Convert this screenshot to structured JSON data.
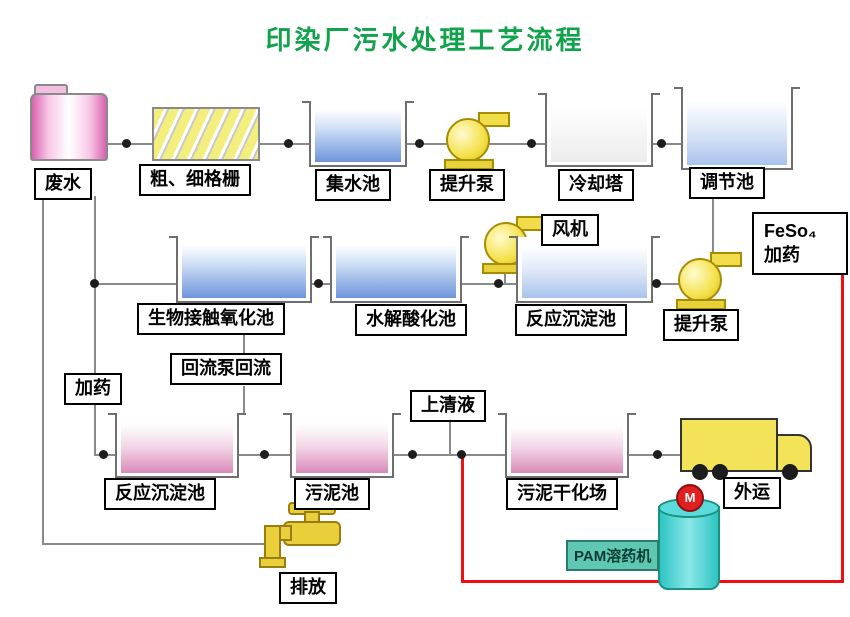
{
  "title": "印染厂污水处理工艺流程",
  "colors": {
    "title_green": "#11a24c",
    "connector_gray": "#8a8a8a",
    "dosing_line_red": "#ee1111",
    "pump_yellow": "#f1dd49",
    "truck_yellow": "#f2e359",
    "pam_cyan": "#2fc4c4",
    "tank_blue": "#6e95da",
    "tank_pink": "#d98ab8"
  },
  "row1": {
    "wastewater": "废水",
    "screen": "粗、细格栅",
    "collect_tank": "集水池",
    "lift_pump": "提升泵",
    "cooling_tower": "冷却塔",
    "regulating_tank": "调节池"
  },
  "row2": {
    "fan": "风机",
    "feso4": "FeSo₄",
    "dosing": "加药",
    "bio_tank": "生物接触氧化池",
    "hydrolysis_tank": "水解酸化池",
    "sedimentation_tank": "反应沉淀池",
    "lift_pump": "提升泵"
  },
  "row3": {
    "reflux": "回流泵回流",
    "dosing": "加药",
    "supernatant": "上清液"
  },
  "row4": {
    "sedimentation_tank": "反应沉淀池",
    "sludge_tank": "污泥池",
    "sludge_drying": "污泥干化场",
    "transport": "外运",
    "pam_machine": "PAM溶药机",
    "motor": "M"
  },
  "row5": {
    "discharge": "排放"
  }
}
